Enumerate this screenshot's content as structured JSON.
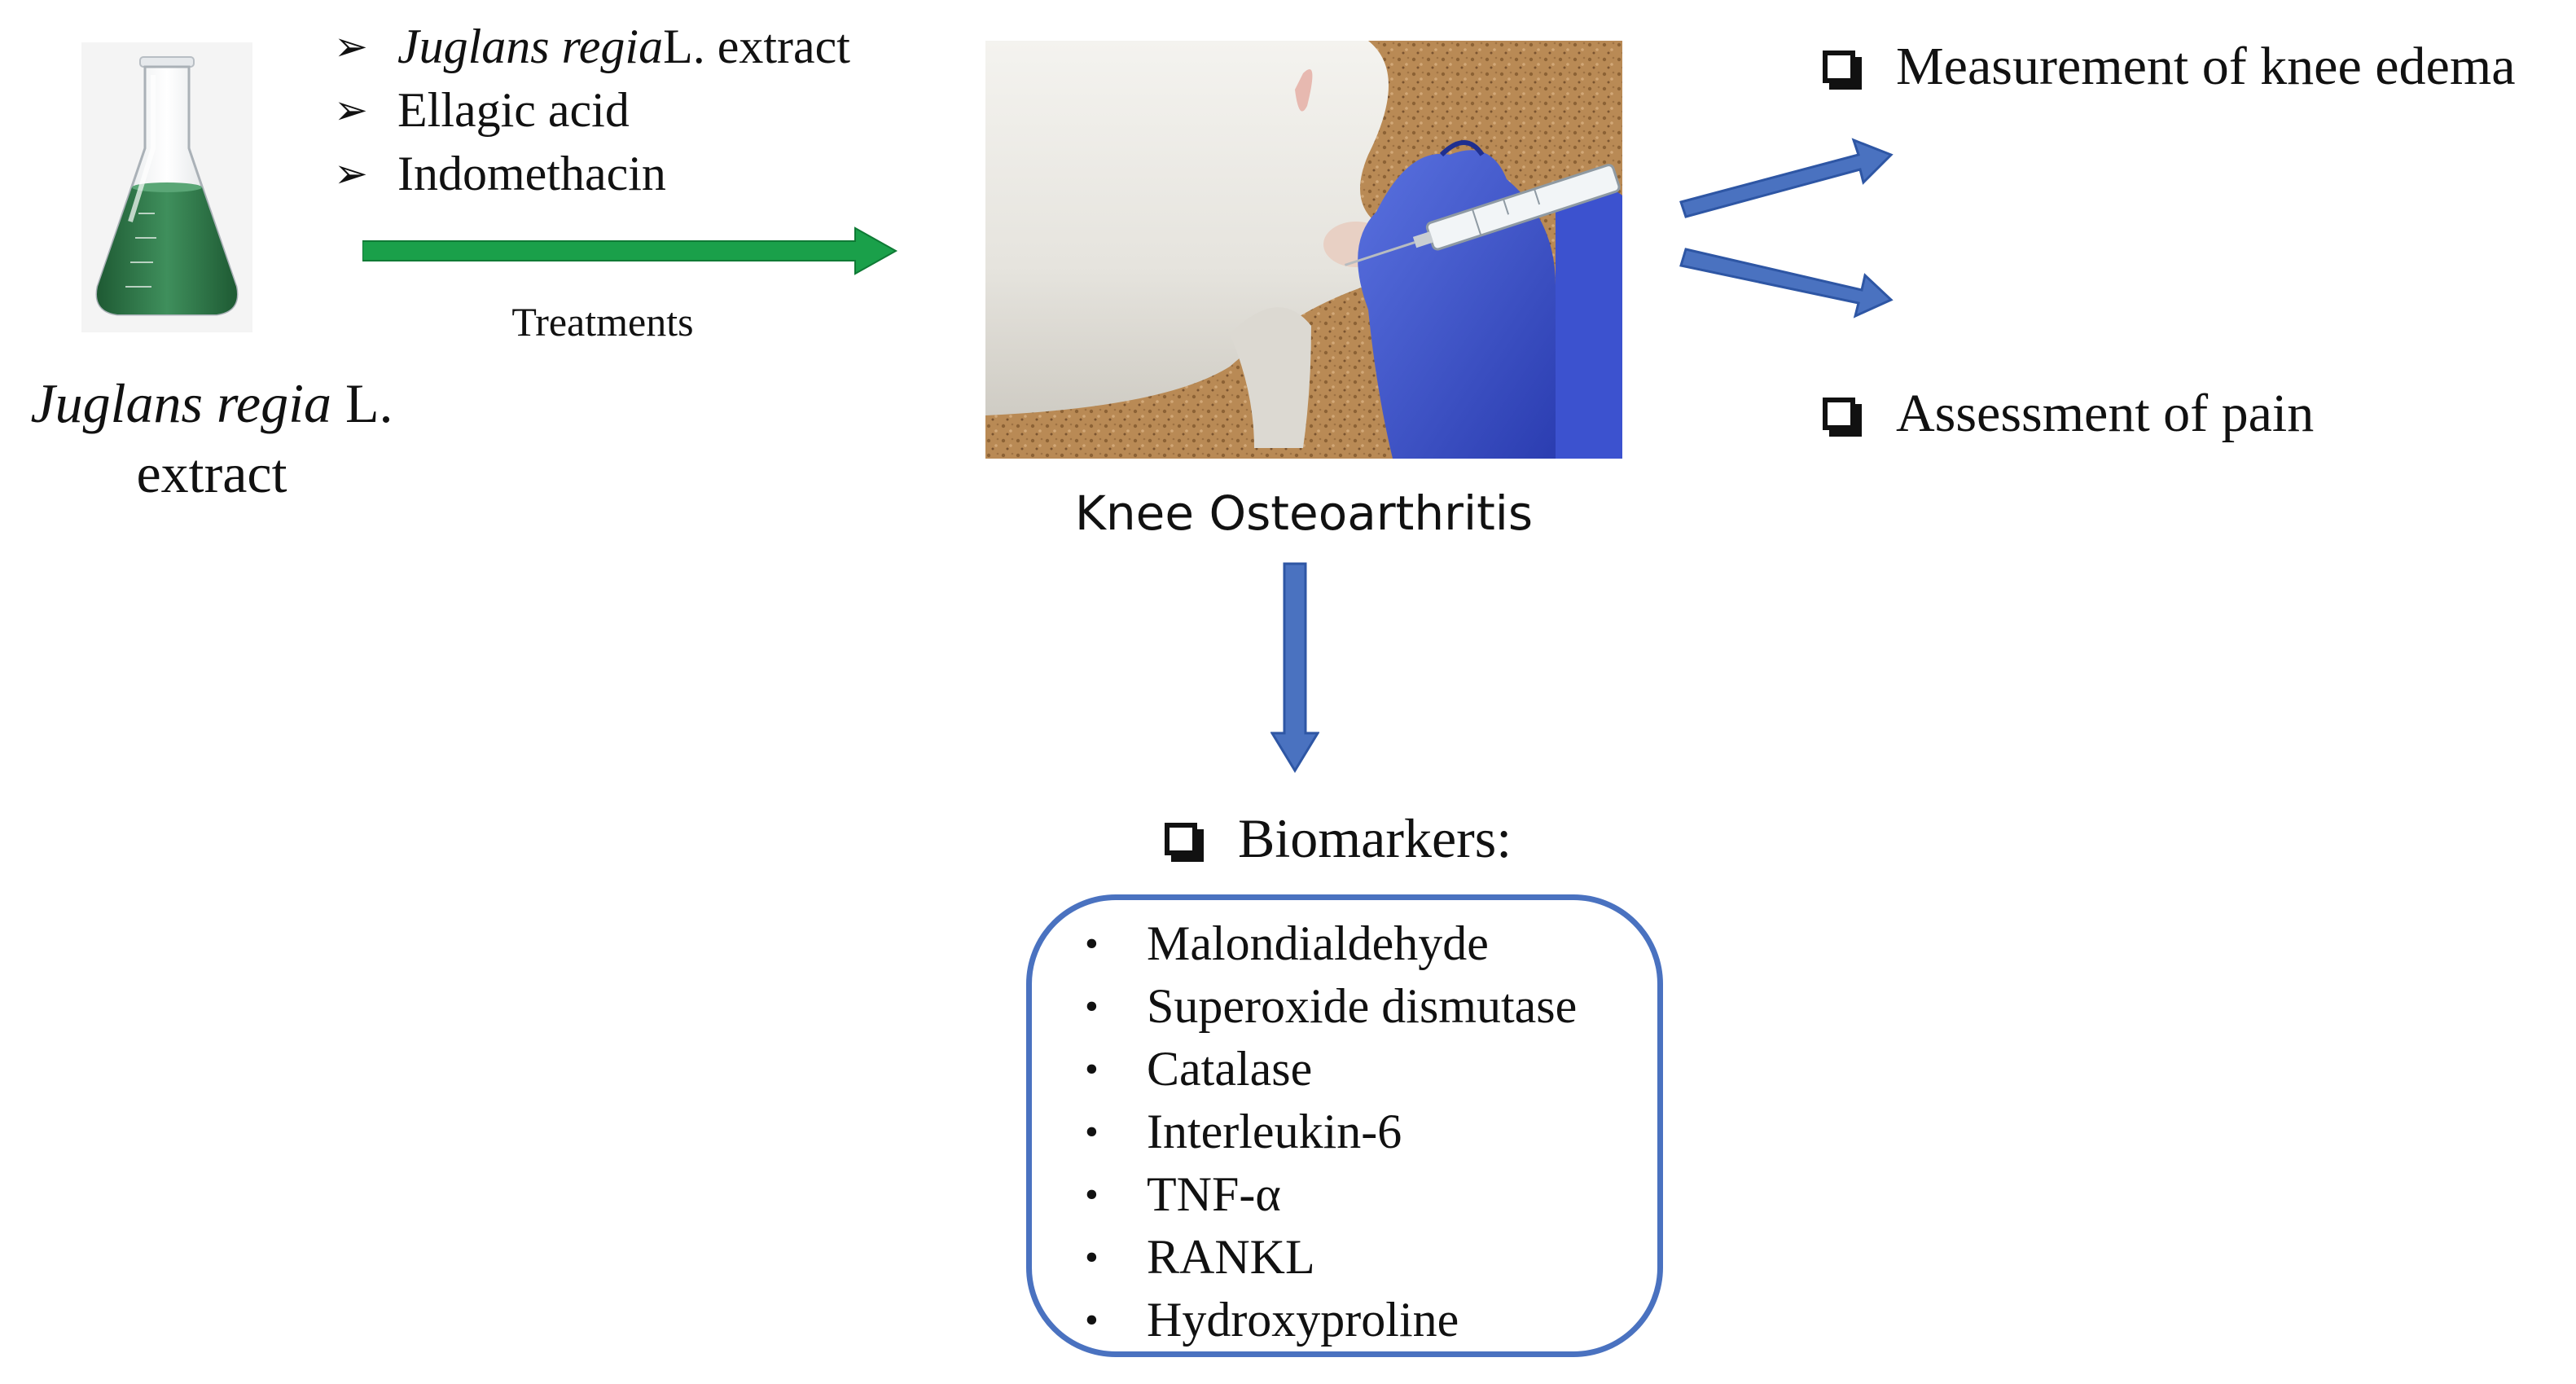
{
  "source": {
    "flask_label": {
      "species": "Juglans regia",
      "suffix": " L.",
      "line2": "extract"
    }
  },
  "treatments": {
    "items": [
      {
        "italic": "Juglans regia",
        "rest": " L. extract"
      },
      {
        "italic": "",
        "rest": "Ellagic acid"
      },
      {
        "italic": "",
        "rest": "Indomethacin"
      }
    ],
    "caption": "Treatments",
    "arrow_color": "#1aa04a"
  },
  "model": {
    "caption": "Knee Osteoarthritis"
  },
  "outcomes": {
    "edema": "Measurement of knee edema",
    "pain": "Assessment of pain"
  },
  "biomarkers": {
    "title": "Biomarkers:",
    "items": [
      "Malondialdehyde",
      "Superoxide dismutase",
      "Catalase",
      "Interleukin-6",
      "TNF-α",
      "RANKL",
      "Hydroxyproline"
    ]
  },
  "colors": {
    "accent_blue": "#4a72c0",
    "arrow_green": "#1aa04a",
    "extract_green": "#2f7a4a"
  },
  "icons": {
    "flask": "erlenmeyer-flask-icon",
    "photo": "rat-knee-injection-photo",
    "list_marker": "arrowhead-bullet",
    "checkbox": "empty-checkbox"
  }
}
